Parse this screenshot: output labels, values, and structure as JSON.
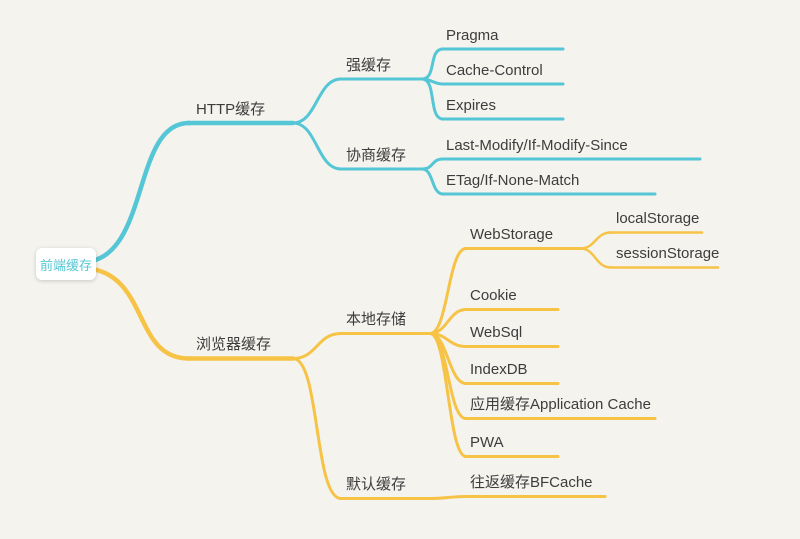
{
  "colors": {
    "background": "#f4f3ee",
    "cyan": "#54c6d6",
    "yellow": "#f6c346",
    "text": "#3d3d3d",
    "root_bg": "#ffffff"
  },
  "mindmap": {
    "root": {
      "label": "前端缓存"
    },
    "branches": {
      "http": {
        "label": "HTTP缓存",
        "strong": {
          "label": "强缓存",
          "pragma": "Pragma",
          "cache_control": "Cache-Control",
          "expires": "Expires"
        },
        "negotiate": {
          "label": "协商缓存",
          "last_modify": "Last-Modify/If-Modify-Since",
          "etag": "ETag/If-None-Match"
        }
      },
      "browser": {
        "label": "浏览器缓存",
        "local": {
          "label": "本地存储",
          "web_storage": {
            "label": "WebStorage",
            "local_storage": "localStorage",
            "session_storage": "sessionStorage"
          },
          "cookie": "Cookie",
          "websql": "WebSql",
          "indexdb": "IndexDB",
          "app_cache": "应用缓存Application Cache",
          "pwa": "PWA"
        },
        "default": {
          "label": "默认缓存",
          "bfcache": "往返缓存BFCache"
        }
      }
    }
  }
}
